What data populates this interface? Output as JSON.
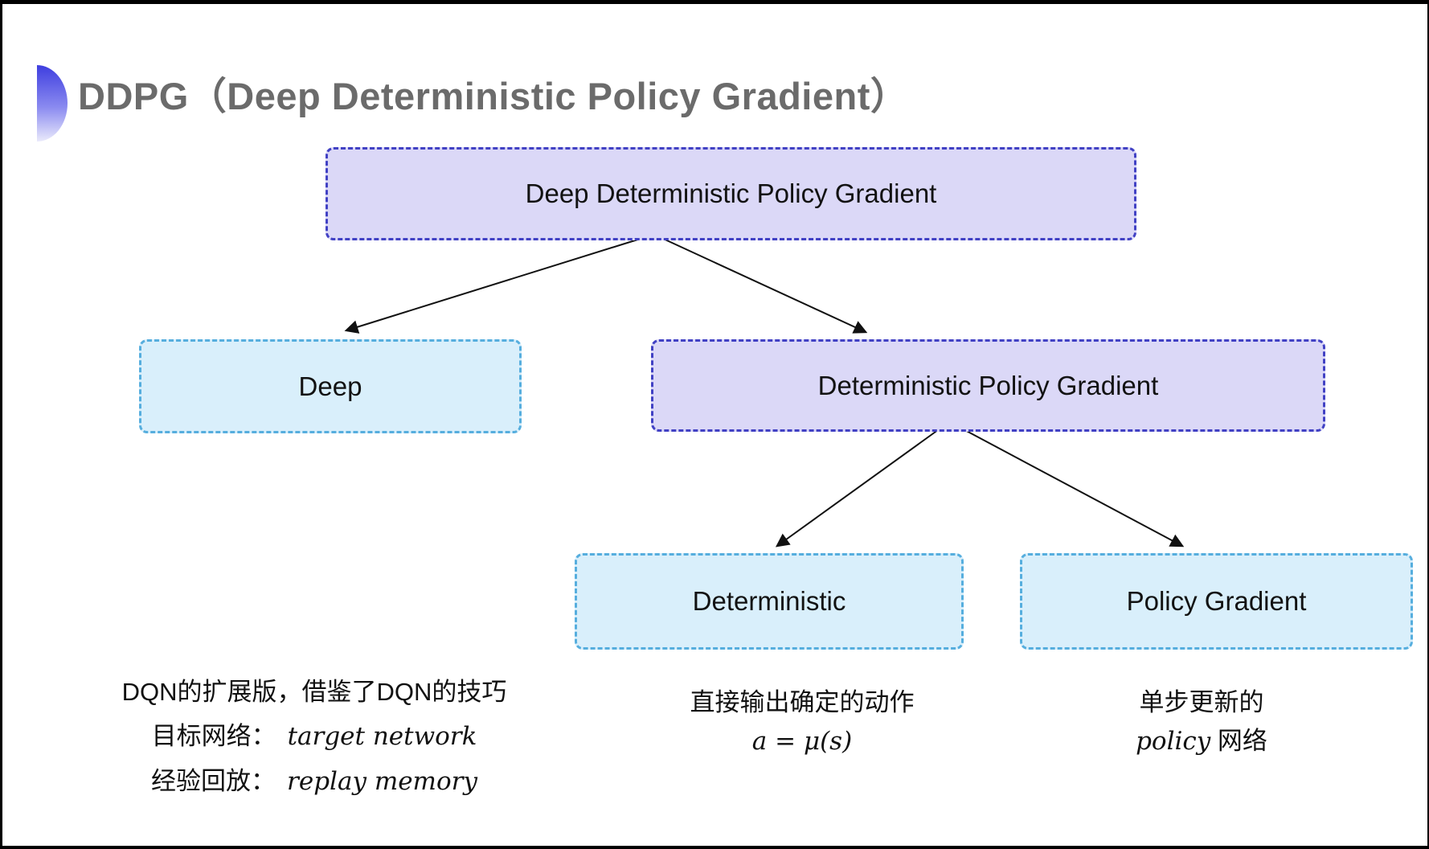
{
  "header": {
    "title": "DDPG（Deep Deterministic Policy Gradient）",
    "title_color": "#6b6b6b",
    "bullet_icon_gradient_top": "#3e3edf",
    "bullet_icon_gradient_bottom": "#eaeafb"
  },
  "diagram": {
    "nodes": [
      {
        "id": "root",
        "label": "Deep Deterministic Policy Gradient",
        "variant": "purple"
      },
      {
        "id": "deep",
        "label": "Deep",
        "variant": "cyan"
      },
      {
        "id": "dpg",
        "label": "Deterministic Policy Gradient",
        "variant": "purple"
      },
      {
        "id": "det",
        "label": "Deterministic",
        "variant": "cyan"
      },
      {
        "id": "pg",
        "label": "Policy Gradient",
        "variant": "cyan"
      }
    ],
    "edges": [
      {
        "from": "root",
        "to": "deep"
      },
      {
        "from": "root",
        "to": "dpg"
      },
      {
        "from": "dpg",
        "to": "det"
      },
      {
        "from": "dpg",
        "to": "pg"
      }
    ],
    "colors": {
      "purple_fill": "#dbd8f7",
      "purple_border": "#4141c4",
      "cyan_fill": "#d9effb",
      "cyan_border": "#56aede",
      "arrow": "#111111"
    }
  },
  "notes": {
    "deep": {
      "line1": "DQN的扩展版，借鉴了DQN的技巧",
      "line2_label": "目标网络：",
      "line2_term": "target network",
      "line3_label": "经验回放：",
      "line3_term": "replay memory"
    },
    "deterministic": {
      "line1": "直接输出确定的动作",
      "formula": "a = μ(s)"
    },
    "policy_gradient": {
      "line1": "单步更新的",
      "line2_term": "policy",
      "line2_suffix": " 网络"
    }
  }
}
